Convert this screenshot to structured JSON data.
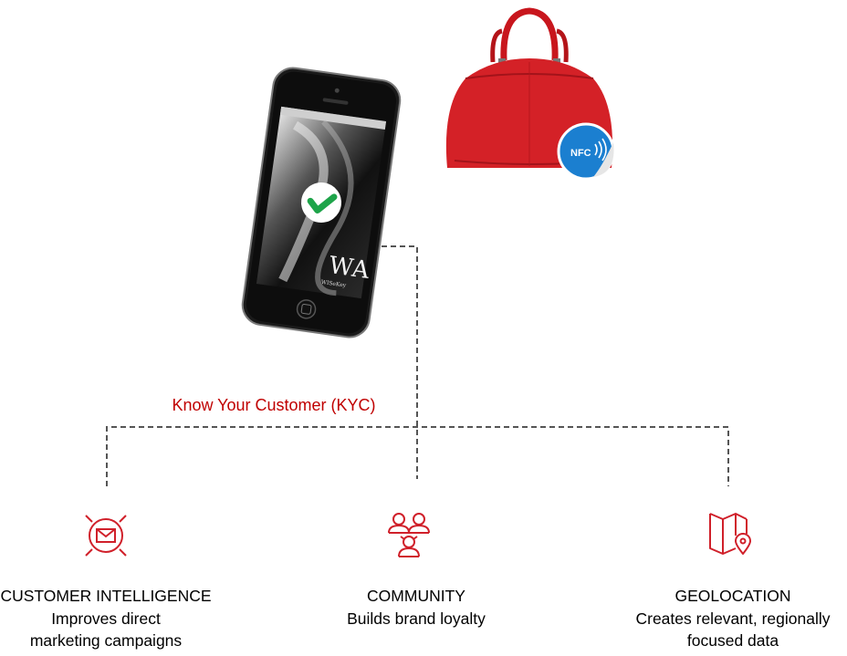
{
  "phone": {
    "screen_logo": "WA",
    "screen_brand": "WISeKey",
    "check_state": "verified"
  },
  "bag": {
    "tag_label": "NFC"
  },
  "kyc_label": "Know Your Customer (KYC)",
  "columns": [
    {
      "icon": "envelope-target-icon",
      "title": "CUSTOMER INTELLIGENCE",
      "desc_line1": "Improves direct",
      "desc_line2": "marketing campaigns"
    },
    {
      "icon": "people-network-icon",
      "title": "COMMUNITY",
      "desc_line1": "Builds brand loyalty",
      "desc_line2": ""
    },
    {
      "icon": "map-pin-icon",
      "title": "GEOLOCATION",
      "desc_line1": "Creates relevant, regionally",
      "desc_line2": "focused data"
    }
  ],
  "colors": {
    "accent": "#c00000",
    "icon_red": "#d0202a",
    "bag_red": "#d42127",
    "nfc_blue": "#1b7fd0",
    "check_green": "#1ea44a",
    "dashed_line": "#555555"
  }
}
